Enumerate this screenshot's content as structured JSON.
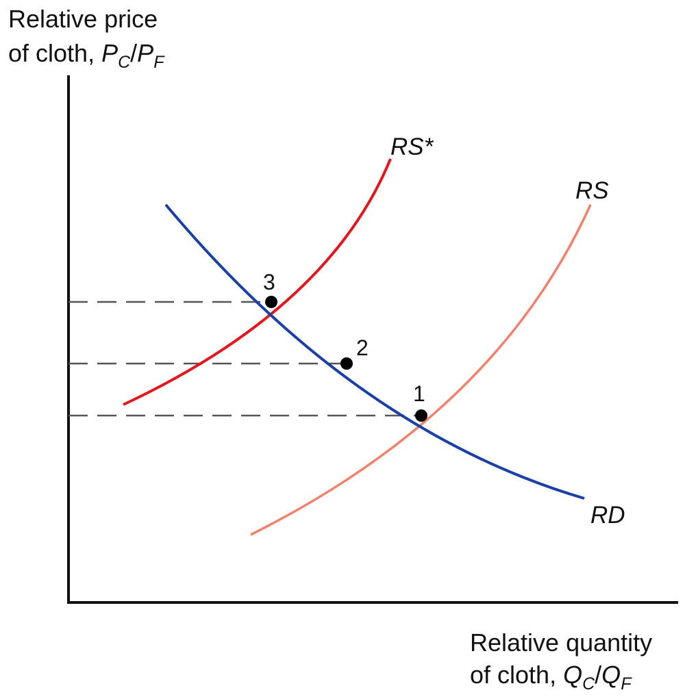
{
  "y_axis": {
    "line1": "Relative price",
    "line2_prefix": "of cloth, ",
    "var1": "P",
    "var1_sub": "C",
    "slash": "/",
    "var2": "P",
    "var2_sub": "F"
  },
  "x_axis": {
    "line1": "Relative quantity",
    "line2_prefix": "of cloth, ",
    "var1": "Q",
    "var1_sub": "C",
    "slash": "/",
    "var2": "Q",
    "var2_sub": "F"
  },
  "curves": {
    "rs_star": {
      "label": "RS*",
      "color": "#e8141c"
    },
    "rs": {
      "label": "RS",
      "color": "#f5806a"
    },
    "rd": {
      "label": "RD",
      "color": "#1a3fa8"
    }
  },
  "points": [
    {
      "label": "1"
    },
    {
      "label": "2"
    },
    {
      "label": "3"
    }
  ],
  "colors": {
    "axis": "#111111",
    "guide": "#555555",
    "point": "#000000"
  }
}
